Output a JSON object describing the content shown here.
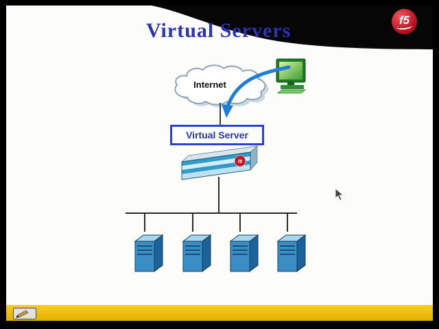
{
  "slide": {
    "title": "Virtual Servers",
    "diagram": {
      "internet_label": "Internet",
      "virtual_server_label": "Virtual Server",
      "server_count": 4
    }
  },
  "logo": {
    "text": "f5"
  },
  "icons": {
    "internet-cloud-icon": "cloud outline shape",
    "desktop-computer-icon": "green desktop computer",
    "traffic-arrow-icon": "blue curved arrow",
    "bigip-appliance-icon": "striped rack appliance with f5 ball",
    "server-tower-icon": "blue 3d server tower",
    "mouse-cursor": "arrow pointer",
    "pen-tool-icon": "pencil annotation tool"
  },
  "colors": {
    "title": "#2c34ad",
    "accent_bar": "#f3c300",
    "logo_red": "#c01222",
    "arrow": "#1f7fd4",
    "box_border": "#2b3fd0",
    "server_front": "#3b8ec4",
    "server_top": "#a9d6ec",
    "server_side": "#1a6298",
    "appliance_stripe": "#2e9bc8"
  }
}
